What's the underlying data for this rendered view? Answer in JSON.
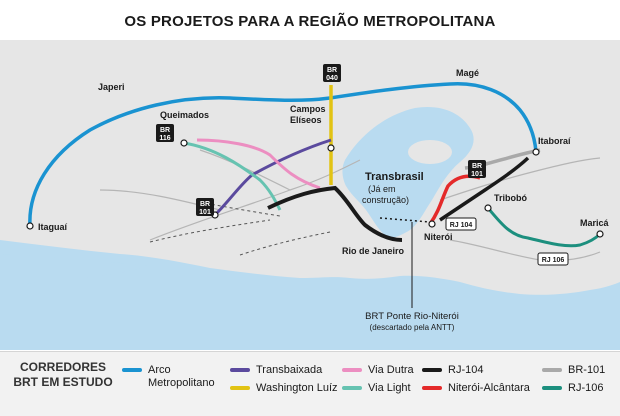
{
  "title": "OS PROJETOS PARA A REGIÃO METROPOLITANA",
  "colors": {
    "arco": "#1a93d1",
    "transbaixada": "#5b4a9e",
    "washington": "#e2c314",
    "viadutra": "#ec8ec1",
    "vialight": "#66c3b1",
    "rj104": "#1a1a1a",
    "niteroi": "#e42a2a",
    "br101": "#a9a9a9",
    "rj106": "#1c8f7e",
    "water": "#b9dbf0",
    "land": "#e6e6e6"
  },
  "places": {
    "japeri": "Japeri",
    "mage": "Magé",
    "queimados": "Queimados",
    "campos": [
      "Campos",
      "Elíseos"
    ],
    "transbrasil": "Transbrasil",
    "transbrasil_note": [
      "(Já em",
      "construção)"
    ],
    "itaborai": "Itaboraí",
    "tribobo": "Tribobó",
    "marica": "Maricá",
    "itaguai": "Itaguaí",
    "rio": "Rio de Janeiro",
    "niteroi": "Niterói",
    "brt_ponte": "BRT Ponte Rio-Niterói",
    "brt_ponte_note": "(descartado pela ANTT)"
  },
  "shields": {
    "br040": [
      "BR",
      "040"
    ],
    "br116": [
      "BR",
      "116"
    ],
    "br101_west": [
      "BR",
      "101"
    ],
    "br101_east": [
      "BR",
      "101"
    ],
    "rj104": "RJ 104",
    "rj106": "RJ 106"
  },
  "legend": {
    "heading": [
      "CORREDORES",
      "BRT EM ESTUDO"
    ],
    "items": [
      {
        "label": [
          "Arco",
          "Metropolitano"
        ],
        "color": "#1a93d1"
      },
      {
        "label": [
          "Transbaixada"
        ],
        "color": "#5b4a9e"
      },
      {
        "label": [
          "Washington Luíz"
        ],
        "color": "#e2c314"
      },
      {
        "label": [
          "Via Dutra"
        ],
        "color": "#ec8ec1"
      },
      {
        "label": [
          "Via Light"
        ],
        "color": "#66c3b1"
      },
      {
        "label": [
          "RJ-104"
        ],
        "color": "#1a1a1a"
      },
      {
        "label": [
          "Niterói-Alcântara"
        ],
        "color": "#e42a2a"
      },
      {
        "label": [
          "BR-101"
        ],
        "color": "#a9a9a9"
      },
      {
        "label": [
          "RJ-106"
        ],
        "color": "#1c8f7e"
      }
    ]
  }
}
